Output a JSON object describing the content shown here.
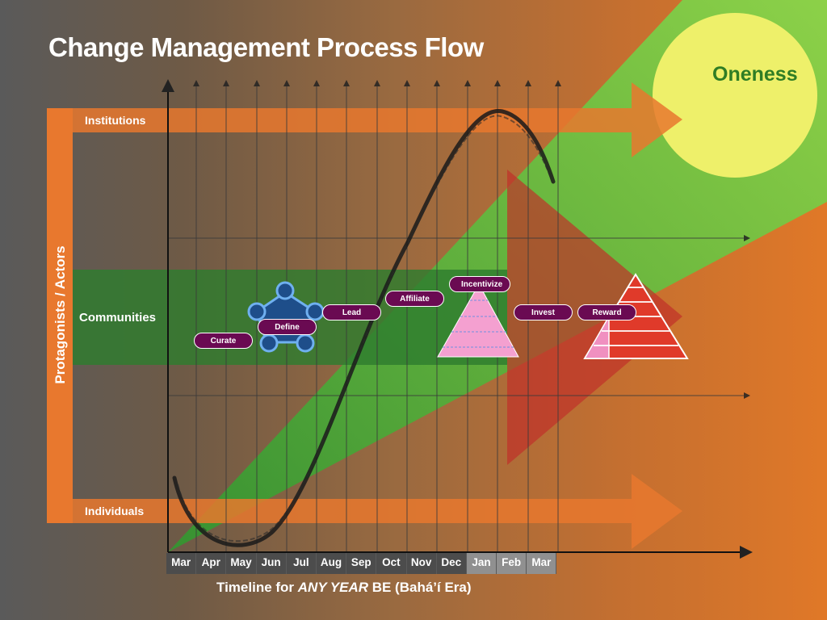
{
  "title": "Change Management Process Flow",
  "goal_label": "Oneness",
  "y_axis_label": "Protagonists / Actors",
  "levels": {
    "institutions": "Institutions",
    "communities": "Communities",
    "individuals": "Individuals"
  },
  "x_axis": {
    "title_prefix": "Timeline for ",
    "title_emphasis": "ANY YEAR",
    "title_suffix": " BE (Bahá’í Era)",
    "months": [
      "Mar",
      "Apr",
      "May",
      "Jun",
      "Jul",
      "Aug",
      "Sep",
      "Oct",
      "Nov",
      "Dec",
      "Jan",
      "Feb",
      "Mar"
    ]
  },
  "steps": {
    "curate": "Curate",
    "define": "Define",
    "lead": "Lead",
    "affiliate": "Affiliate",
    "incentivize": "Incentivize",
    "invest": "Invest",
    "reward": "Reward"
  },
  "colors": {
    "orange_band": "#e8782e",
    "community_band": "#2e7d2e",
    "green_triangle": "#6ee048",
    "yellow_circle": "#eef06a",
    "red_arrow": "#c0302a",
    "pill": "#6a0a52",
    "define_node": "#1e4e8a",
    "pink_pyramid": "#f4a0d0",
    "red_pyramid": "#e03a2a"
  }
}
